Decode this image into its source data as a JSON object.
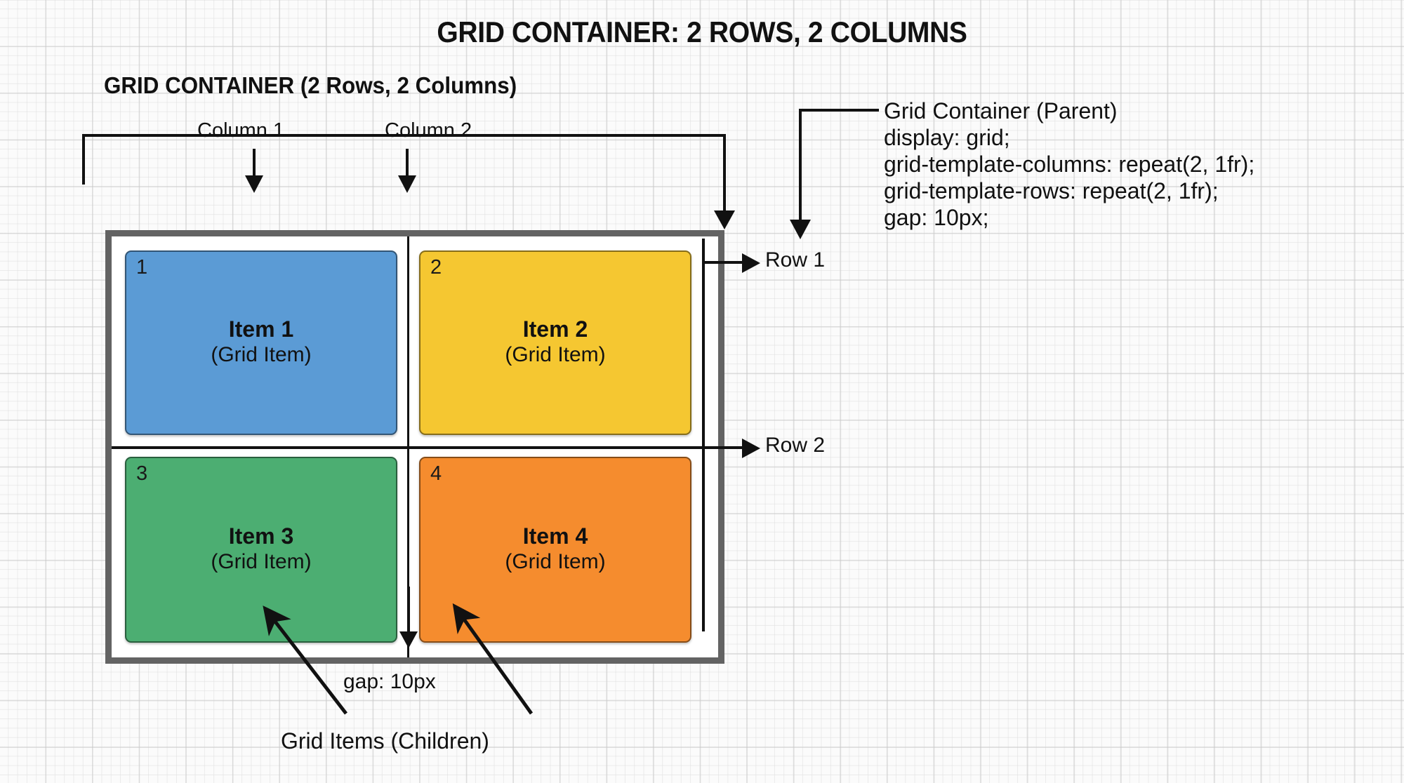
{
  "title": "GRID CONTAINER: 2 ROWS, 2 COLUMNS",
  "subtitle": "GRID CONTAINER (2 Rows, 2 Columns)",
  "axis_labels": {
    "column_1": "Column 1",
    "column_2": "Column 2",
    "row_1": "Row 1",
    "row_2": "Row 2"
  },
  "annotation": {
    "heading": "Grid Container (Parent)",
    "css_lines": [
      "display: grid;",
      "grid-template-columns: repeat(2, 1fr);",
      "grid-template-rows: repeat(2, 1fr);",
      "gap: 10px;"
    ]
  },
  "callouts": {
    "gap": "gap: 10px",
    "children": "Grid Items (Children)"
  },
  "items": [
    {
      "number": "1",
      "title": "Item 1",
      "subtitle": "(Grid Item)",
      "color": "#5B9BD5"
    },
    {
      "number": "2",
      "title": "Item 2",
      "subtitle": "(Grid Item)",
      "color": "#F5C731"
    },
    {
      "number": "3",
      "title": "Item 3",
      "subtitle": "(Grid Item)",
      "color": "#4CAE72"
    },
    {
      "number": "4",
      "title": "Item 4",
      "subtitle": "(Grid Item)",
      "color": "#F58C2E"
    }
  ],
  "colors": {
    "container_border": "#636363",
    "guide_line": "#111111",
    "background": "#fbfbfb"
  }
}
